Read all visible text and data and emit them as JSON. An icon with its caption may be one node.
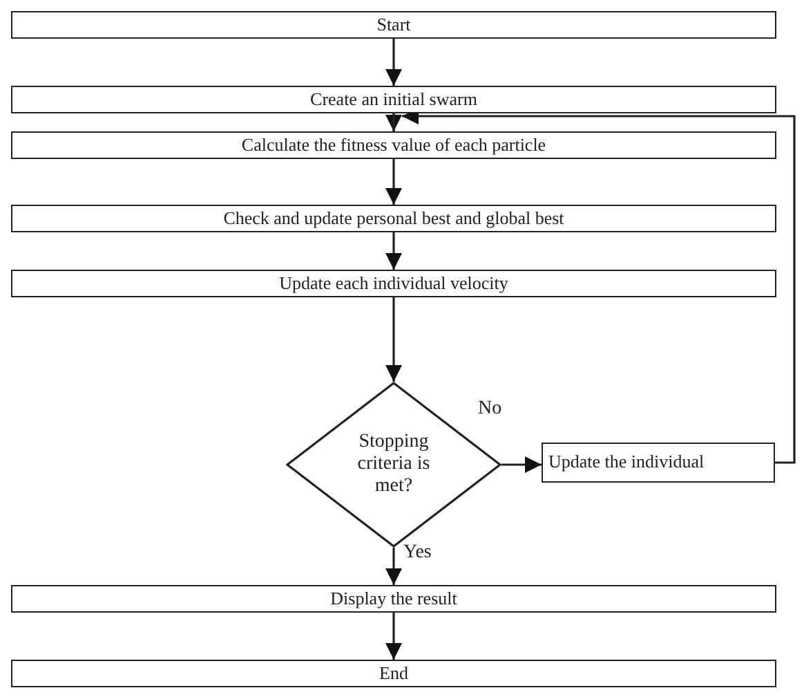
{
  "diagram": {
    "nodes": [
      {
        "text": [
          "Start"
        ]
      },
      {
        "text": [
          "Create an initial swarm"
        ]
      },
      {
        "text": [
          "Calculate the fitness value of each particle"
        ]
      },
      {
        "text": [
          "Check and update personal best and global best"
        ]
      },
      {
        "text": [
          "Update each individual velocity"
        ]
      },
      {
        "text": [
          "Stopping criteria is met?"
        ]
      },
      {
        "text": [
          "Update the individual"
        ]
      },
      {
        "text": [
          "Display the result"
        ]
      },
      {
        "text": [
          "End"
        ]
      }
    ],
    "edges": [
      {
        "from": 0,
        "to": 1,
        "arrow": "to"
      },
      {
        "from": 1,
        "to": 2,
        "arrow": "to"
      },
      {
        "from": 2,
        "to": 3,
        "arrow": "to"
      },
      {
        "from": 3,
        "to": 4,
        "arrow": "to"
      },
      {
        "from": 4,
        "to": 5,
        "arrow": "to"
      },
      {
        "from": 5,
        "to": 6,
        "arrow": "to",
        "label": "No"
      },
      {
        "from": 6,
        "to": 2,
        "arrow": "to"
      },
      {
        "from": 5,
        "to": 7,
        "arrow": "to",
        "label": "Yes"
      },
      {
        "from": 7,
        "to": 8,
        "arrow": "to"
      }
    ]
  }
}
